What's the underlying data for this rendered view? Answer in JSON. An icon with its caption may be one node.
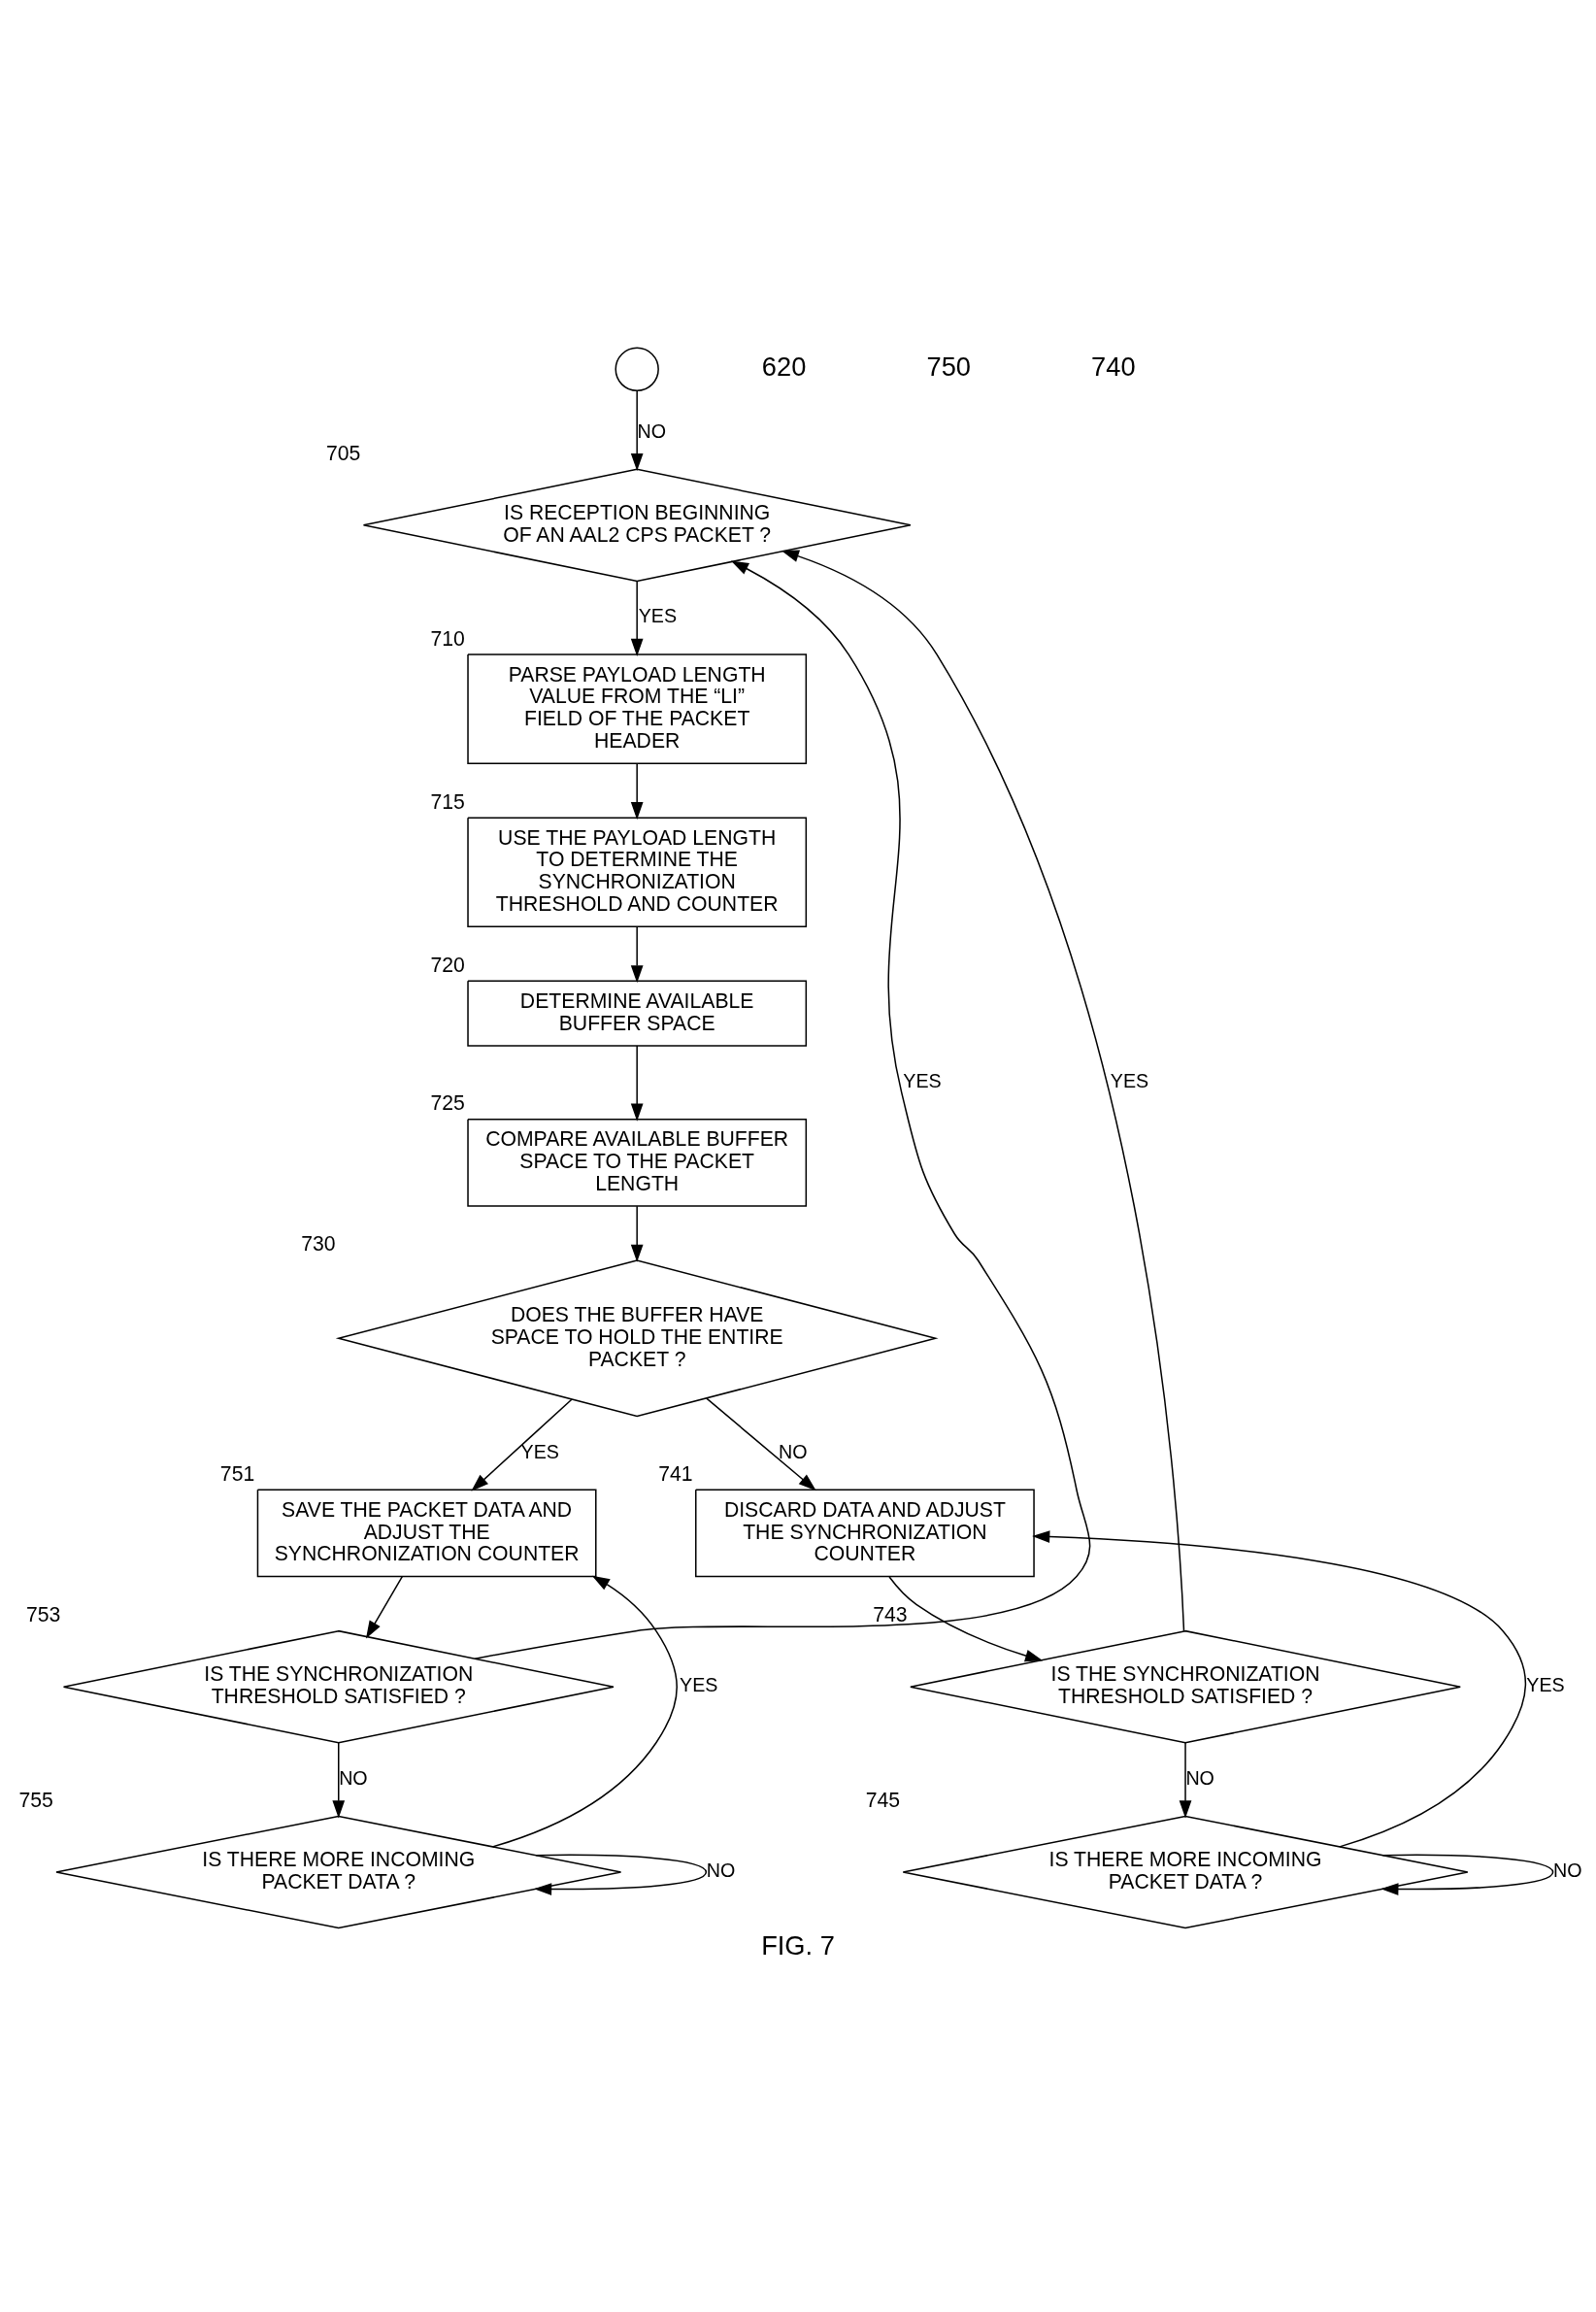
{
  "diagram": {
    "caption": "FIG. 7",
    "nodes": [
      {
        "text": [],
        "shape": "circle"
      },
      {
        "text": [
          "IS RECEPTION BEGINNING OF AN AAL2 CPS PACKET ?"
        ],
        "beside": [
          "705"
        ]
      },
      {
        "text": [
          "PARSE PAYLOAD LENGTH VALUE FROM THE “LI” FIELD OF THE PACKET HEADER"
        ],
        "beside": [
          "710"
        ]
      },
      {
        "text": [
          "USE THE PAYLOAD LENGTH TO DETERMINE THE SYNCHRONIZATION THRESHOLD AND COUNTER"
        ],
        "beside": [
          "715"
        ]
      },
      {
        "text": [
          "DETERMINE AVAILABLE BUFFER SPACE"
        ],
        "beside": [
          "720"
        ]
      },
      {
        "text": [
          "COMPARE AVAILABLE BUFFER SPACE TO THE PACKET LENGTH"
        ],
        "beside": [
          "725"
        ]
      },
      {
        "text": [
          "DOES THE BUFFER HAVE SPACE TO HOLD THE ENTIRE PACKET ?"
        ],
        "beside": [
          "730"
        ]
      },
      {
        "text": [
          "SAVE THE PACKET DATA AND ADJUST THE SYNCHRONIZATION COUNTER"
        ],
        "beside": [
          "751"
        ]
      },
      {
        "text": [
          "DISCARD DATA AND ADJUST THE SYNCHRONIZATION COUNTER"
        ],
        "beside": [
          "741"
        ]
      },
      {
        "text": [
          "IS THE SYNCHRONIZATION THRESHOLD SATISFIED ?"
        ],
        "beside": [
          "753"
        ]
      },
      {
        "text": [
          "IS THE SYNCHRONIZATION THRESHOLD SATISFIED ?"
        ],
        "beside": [
          "743"
        ]
      },
      {
        "text": [
          "IS THERE MORE INCOMING PACKET DATA ?"
        ],
        "beside": [
          "755"
        ]
      },
      {
        "text": [
          "IS THERE MORE INCOMING PACKET DATA ?"
        ],
        "beside": [
          "745"
        ]
      }
    ],
    "edges": [
      {
        "from": 0,
        "to": 1,
        "arrow": "to",
        "label": "NO"
      },
      {
        "from": 1,
        "to": 2,
        "arrow": "to",
        "label": "YES"
      },
      {
        "from": 2,
        "to": 3,
        "arrow": "to"
      },
      {
        "from": 3,
        "to": 4,
        "arrow": "to"
      },
      {
        "from": 4,
        "to": 5,
        "arrow": "to"
      },
      {
        "from": 5,
        "to": 6,
        "arrow": "to"
      },
      {
        "from": 6,
        "to": 7,
        "arrow": "to",
        "label": "YES"
      },
      {
        "from": 6,
        "to": 8,
        "arrow": "to",
        "label": "NO"
      },
      {
        "from": 7,
        "to": 9,
        "arrow": "to"
      },
      {
        "from": 8,
        "to": 10,
        "arrow": "to"
      },
      {
        "from": 9,
        "to": 1,
        "arrow": "to",
        "label": "YES"
      },
      {
        "from": 9,
        "to": 11,
        "arrow": "to",
        "label": "NO"
      },
      {
        "from": 11,
        "to": 11,
        "arrow": "to",
        "label": "NO"
      },
      {
        "from": 11,
        "to": 7,
        "arrow": "to",
        "label": "YES"
      },
      {
        "from": 10,
        "to": 1,
        "arrow": "to",
        "label": "YES"
      },
      {
        "from": 10,
        "to": 12,
        "arrow": "to",
        "label": "NO"
      },
      {
        "from": 12,
        "to": 12,
        "arrow": "to",
        "label": "NO"
      },
      {
        "from": 12,
        "to": 8,
        "arrow": "to",
        "label": "YES"
      }
    ],
    "labels": [
      "620",
      "750",
      "740"
    ]
  }
}
